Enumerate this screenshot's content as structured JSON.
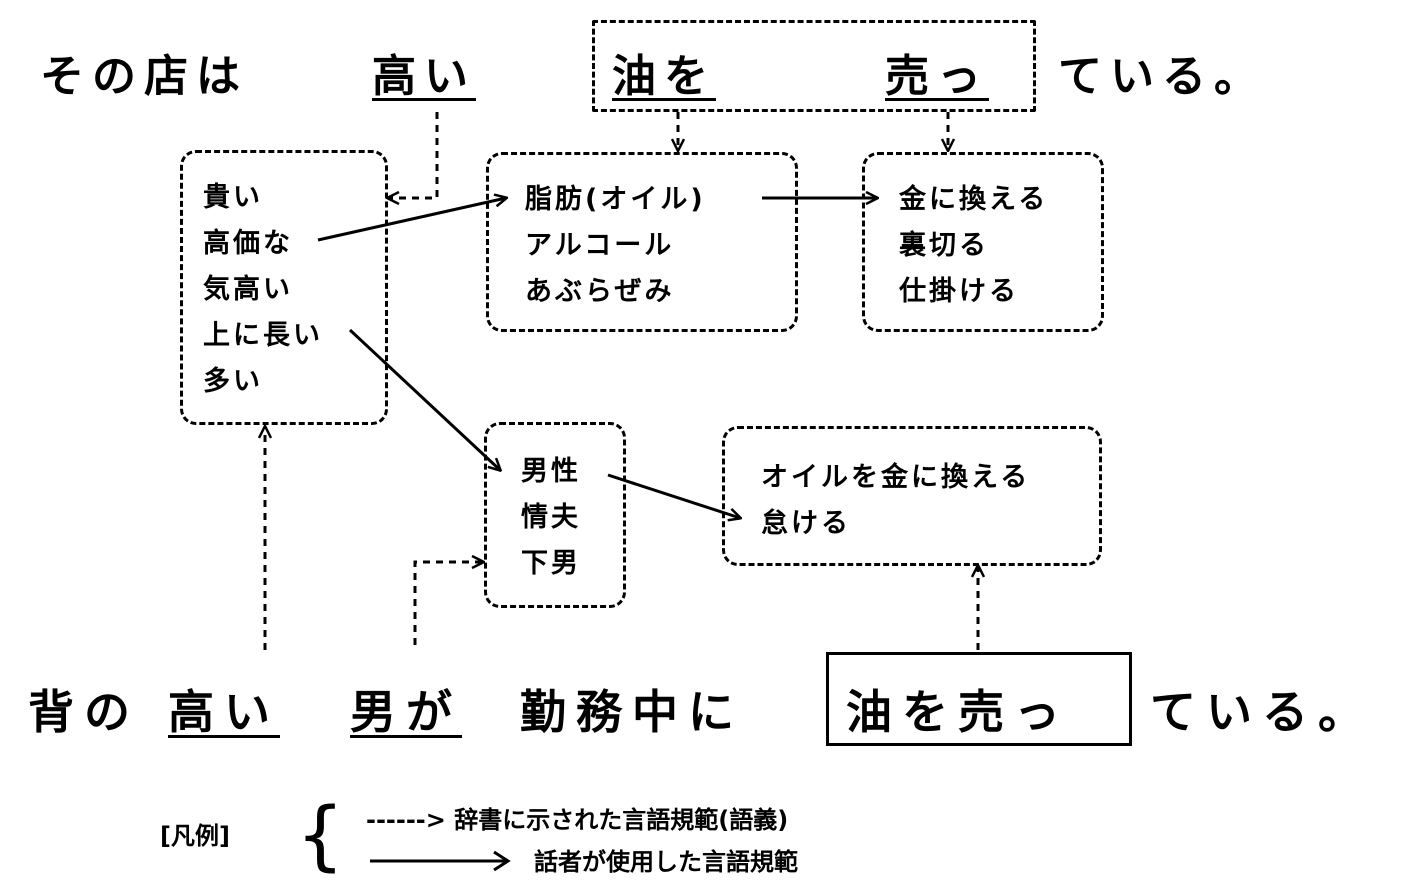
{
  "top_sentence": {
    "prefix": "その店は",
    "adjective": "高い",
    "noun": "油を",
    "verb": "売っ",
    "suffix": "ている。"
  },
  "bottom_sentence": {
    "prefix": "背の",
    "adjective": "高い",
    "subject": "男が",
    "middle": "勤務中に",
    "phrase": "油を売っ",
    "suffix": "ている。"
  },
  "boxes": {
    "adjective_senses": [
      "貴い",
      "高価な",
      "気高い",
      "上に長い",
      "多い"
    ],
    "oil_senses": [
      "脂肪(オイル)",
      "アルコール",
      "あぶらぜみ"
    ],
    "sell_senses": [
      "金に換える",
      "裏切る",
      "仕掛ける"
    ],
    "man_senses": [
      "男性",
      "情夫",
      "下男"
    ],
    "idiom_senses": [
      "オイルを金に換える",
      "怠ける"
    ]
  },
  "legend": {
    "label": "[凡例]",
    "brace": "{",
    "dictionary": "------> 辞書に示された言語規範(語義)",
    "speaker": "話者が使用した言語規範"
  },
  "colors": {
    "ink": "#000000",
    "background": "#ffffff"
  }
}
